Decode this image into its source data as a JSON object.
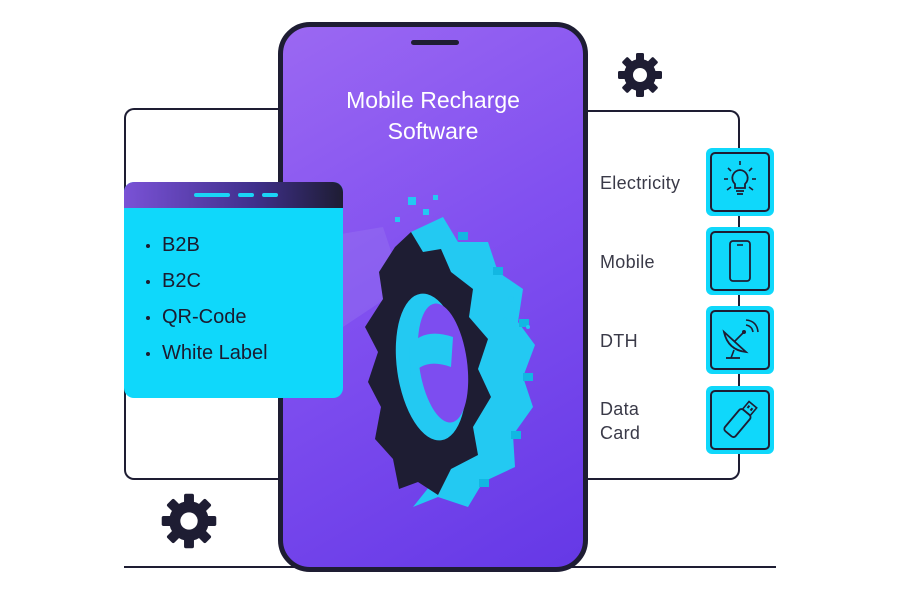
{
  "phone": {
    "title_line1": "Mobile Recharge",
    "title_line2": "Software"
  },
  "features": {
    "items": [
      "B2B",
      "B2C",
      "QR-Code",
      "White Label"
    ]
  },
  "services": [
    {
      "label_line1": "Electricity",
      "label_line2": "",
      "icon": "light-bulb-icon"
    },
    {
      "label_line1": "Mobile",
      "label_line2": "",
      "icon": "smartphone-icon"
    },
    {
      "label_line1": "DTH",
      "label_line2": "",
      "icon": "satellite-dish-icon"
    },
    {
      "label_line1": "Data",
      "label_line2": "Card",
      "icon": "usb-data-card-icon"
    }
  ],
  "colors": {
    "accent_cyan": "#0fd8fb",
    "phone_purple": "#8150f0",
    "dark_navy": "#1e1d33"
  }
}
